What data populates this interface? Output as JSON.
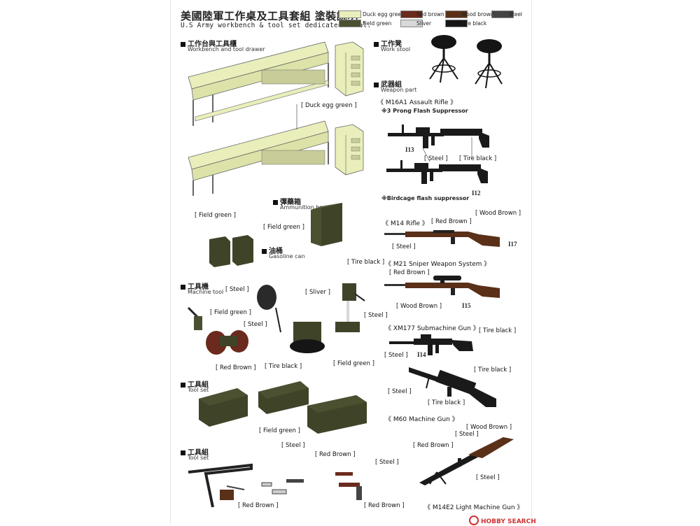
{
  "title": {
    "cn": "美國陸軍工作桌及工具套組 塗裝說明",
    "en": "U.S Army workbench & tool set dedicated decal."
  },
  "legend": [
    {
      "name": "Duck egg green",
      "color": "#e9eebb"
    },
    {
      "name": "Red brown",
      "color": "#6b2a1d"
    },
    {
      "name": "Wood brown",
      "color": "#5a3019"
    },
    {
      "name": "Steel",
      "color": "#444444"
    },
    {
      "name": "Field green",
      "color": "#4a5030"
    },
    {
      "name": "Sliver",
      "color": "#d8d8d8"
    },
    {
      "name": "Tire black",
      "color": "#151515"
    }
  ],
  "sections": {
    "workbench": {
      "cn": "工作台與工具櫃",
      "en": "Workbench and tool drawer",
      "label": "[ Duck egg green ]"
    },
    "stool": {
      "cn": "工作凳",
      "en": "Work stool"
    },
    "weapon": {
      "cn": "武器組",
      "en": "Weapon part"
    },
    "ammo": {
      "cn": "彈藥箱",
      "en": "Ammunition box",
      "label": "[ Field green ]"
    },
    "gas": {
      "cn": "油桶",
      "en": "Gasoline can",
      "label": "[ Field green ]"
    },
    "machine": {
      "cn": "工具機",
      "en": "Machine tool"
    },
    "toolset1": {
      "cn": "工具組",
      "en": "Tool set",
      "label": "[ Field green ]"
    },
    "toolset2": {
      "cn": "工具組",
      "en": "Tool set"
    }
  },
  "machine_labels": {
    "steel1": "[ Steel ]",
    "field_green": "[ Field green ]",
    "steel2": "[ Steel ]",
    "red_brown": "[ Red Brown ]",
    "tire_black": "[ Tire black ]",
    "sliver": "[ Sliver ]",
    "tire_black2": "[ Tire black ]",
    "steel3": "[ Steel ]",
    "field_green2": "[ Field green ]"
  },
  "toolset2_labels": {
    "steel_top": "[ Steel ]",
    "red_brown_top": "[ Red Brown ]",
    "steel_right": "[ Steel ]",
    "red_brown_l": "[ Red Brown ]",
    "red_brown_r": "[ Red Brown ]"
  },
  "weapons": {
    "m16": {
      "name": "《 M16A1 Assault Rifle 》",
      "note1": "※3 Prong Flash Suppressor",
      "part1": "I13",
      "steel": "[ Steel ]",
      "tire": "[ Tire black ]",
      "note2": "※Birdcage flash suppressor",
      "part2": "I12"
    },
    "m14": {
      "name": "《 M14 Rifle 》",
      "red": "[ Red Brown ]",
      "wood": "[ Wood Brown ]",
      "steel": "[ Steel ]",
      "part": "I17"
    },
    "m21": {
      "name": "《 M21 Sniper Weapon System 》",
      "red": "[ Red Brown ]",
      "wood": "[ Wood Brown ]",
      "part": "I15"
    },
    "xm177": {
      "name": "《 XM177 Submachine Gun 》",
      "tire": "[ Tire black ]",
      "steel": "[ Steel ]",
      "part": "I14"
    },
    "m60": {
      "name": "《 M60 Machine Gun 》",
      "tire1": "[ Tire black ]",
      "steel": "[ Steel ]",
      "tire2": "[ Tire black ]"
    },
    "m14e2": {
      "name": "《 M14E2 Light Machine Gun 》",
      "wood": "[ Wood Brown ]",
      "steel1": "[ Steel ]",
      "red": "[ Red Brown ]",
      "steel2": "[ Steel ]"
    }
  },
  "watermark": "HOBBY SEARCH"
}
